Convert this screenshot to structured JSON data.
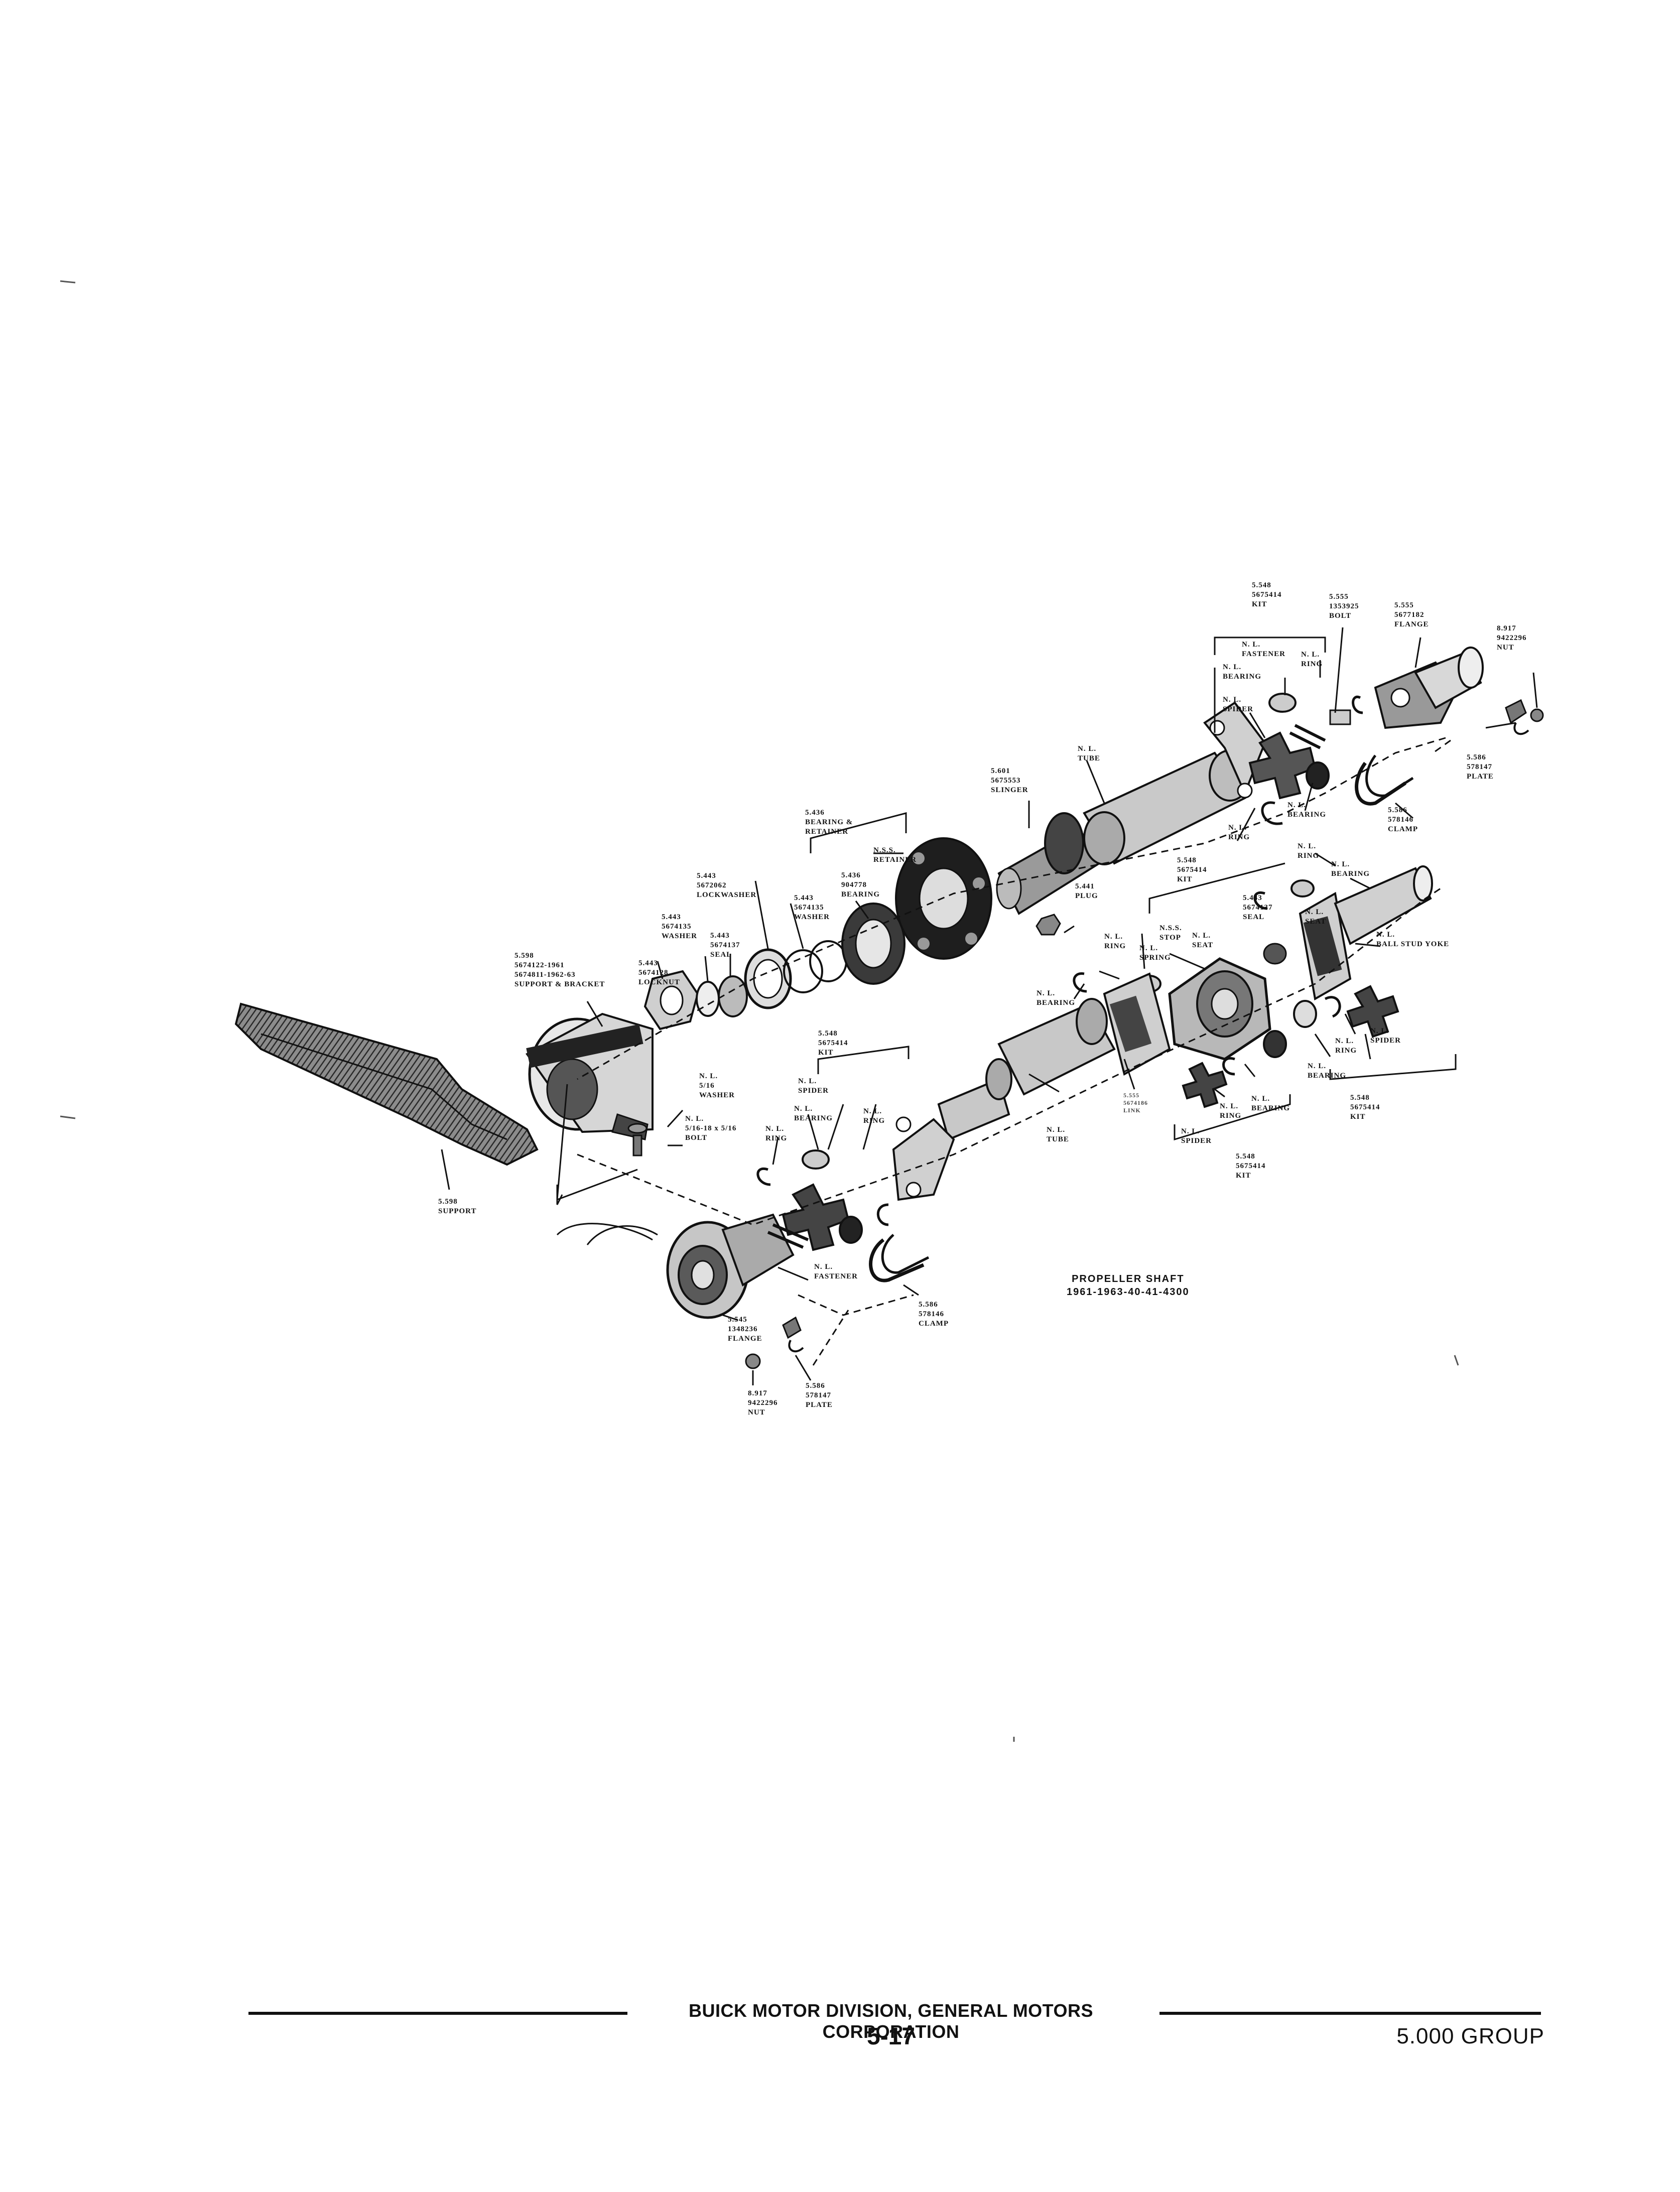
{
  "diagram": {
    "title": [
      "PROPELLER SHAFT",
      "1961-1963-40-41-4300"
    ],
    "labels": {
      "kit_top": [
        "5.548",
        "5675414",
        "KIT"
      ],
      "bolt_top": [
        "5.555",
        "1353925",
        "BOLT"
      ],
      "flange_top": [
        "5.555",
        "5677182",
        "FLANGE"
      ],
      "nut_top": [
        "8.917",
        "9422296",
        "NUT"
      ],
      "fastener_top": [
        "N. L.",
        "FASTENER"
      ],
      "ring_top": [
        "N. L.",
        "RING"
      ],
      "bearing_top": [
        "N. L.",
        "BEARING"
      ],
      "spider_top": [
        "N. L.",
        "SPIDER"
      ],
      "plate_top": [
        "5.586",
        "578147",
        "PLATE"
      ],
      "clamp_top": [
        "5.586",
        "578146",
        "CLAMP"
      ],
      "bearing_top2": [
        "N. L.",
        "BEARING"
      ],
      "ring_top2": [
        "N. L.",
        "RING"
      ],
      "tube_top": [
        "N. L.",
        "TUBE"
      ],
      "slinger": [
        "5.601",
        "5675553",
        "SLINGER"
      ],
      "bearing_retainer": [
        "5.436",
        "BEARING &",
        "RETAINER"
      ],
      "nss_retainer": [
        "N.S.S.",
        "RETAINER"
      ],
      "lockwasher": [
        "5.443",
        "5672062",
        "LOCKWASHER"
      ],
      "bearing_904778": [
        "5.436",
        "904778",
        "BEARING"
      ],
      "washer_5674135": [
        "5.443",
        "5674135",
        "WASHER"
      ],
      "plug": [
        "5.441",
        "PLUG"
      ],
      "washer_left": [
        "5.443",
        "5674135",
        "WASHER"
      ],
      "seal_left": [
        "5.443",
        "5674137",
        "SEAL"
      ],
      "support_bracket": [
        "5.598",
        "5674122-1961",
        "5674811-1962-63",
        "SUPPORT & BRACKET"
      ],
      "locknut": [
        "5.443",
        "5674128",
        "LOCKNUT"
      ],
      "kit_mid": [
        "5.548",
        "5675414",
        "KIT"
      ],
      "ring_mid_r": [
        "N. L.",
        "RING"
      ],
      "bearing_mid_r": [
        "N. L.",
        "BEARING"
      ],
      "seal_mid": [
        "5.443",
        "5674137",
        "SEAL"
      ],
      "seat_mid": [
        "N. L.",
        "SEAT"
      ],
      "ball_stud_yoke": [
        "N. L.",
        "BALL STUD YOKE"
      ],
      "ring_center": [
        "N. L.",
        "RING"
      ],
      "nss_stop": [
        "N.S.S.",
        "STOP"
      ],
      "seat_center": [
        "N. L.",
        "SEAT"
      ],
      "spring": [
        "N. L.",
        "SPRING"
      ],
      "bearing_center_l": [
        "N. L.",
        "BEARING"
      ],
      "kit_center": [
        "5.548",
        "5675414",
        "KIT"
      ],
      "washer_516": [
        "N. L.",
        "5/16",
        "WASHER"
      ],
      "bolt_516": [
        "N. L.",
        "5/16-18 x 5/16",
        "BOLT"
      ],
      "spider_mid": [
        "N. L.",
        "SPIDER"
      ],
      "bearing_mid": [
        "N. L.",
        "BEARING"
      ],
      "ring_mid": [
        "N. L.",
        "RING"
      ],
      "ring_mid2": [
        "N. L.",
        "RING"
      ],
      "link": [
        "5.555",
        "5674186",
        "LINK"
      ],
      "tube_mid": [
        "N. L.",
        "TUBE"
      ],
      "ring_right_lo": [
        "N. L.",
        "RING"
      ],
      "spider_right": [
        "N. L.",
        "SPIDER"
      ],
      "bearing_right_lo": [
        "N. L.",
        "BEARING"
      ],
      "kit_right": [
        "5.548",
        "5675414",
        "KIT"
      ],
      "ring_rb": [
        "N. L.",
        "RING"
      ],
      "bearing_rb": [
        "N. L.",
        "BEARING"
      ],
      "spider_rb": [
        "N. L.",
        "SPIDER"
      ],
      "kit_rb": [
        "5.548",
        "5675414",
        "KIT"
      ],
      "support": [
        "5.598",
        "SUPPORT"
      ],
      "fastener_bottom": [
        "N. L.",
        "FASTENER"
      ],
      "flange_bottom": [
        "5.545",
        "1348236",
        "FLANGE"
      ],
      "clamp_bottom": [
        "5.586",
        "578146",
        "CLAMP"
      ],
      "nut_bottom": [
        "8.917",
        "9422296",
        "NUT"
      ],
      "plate_bottom": [
        "5.586",
        "578147",
        "PLATE"
      ]
    }
  },
  "footer": {
    "division": "BUICK MOTOR DIVISION, GENERAL MOTORS CORPORATION",
    "page": "5-17",
    "group": "5.000 GROUP"
  },
  "colors": {
    "ink": "#111111",
    "shade": "#6b6b6b",
    "light": "#bdbdbd",
    "paper": "#ffffff"
  }
}
